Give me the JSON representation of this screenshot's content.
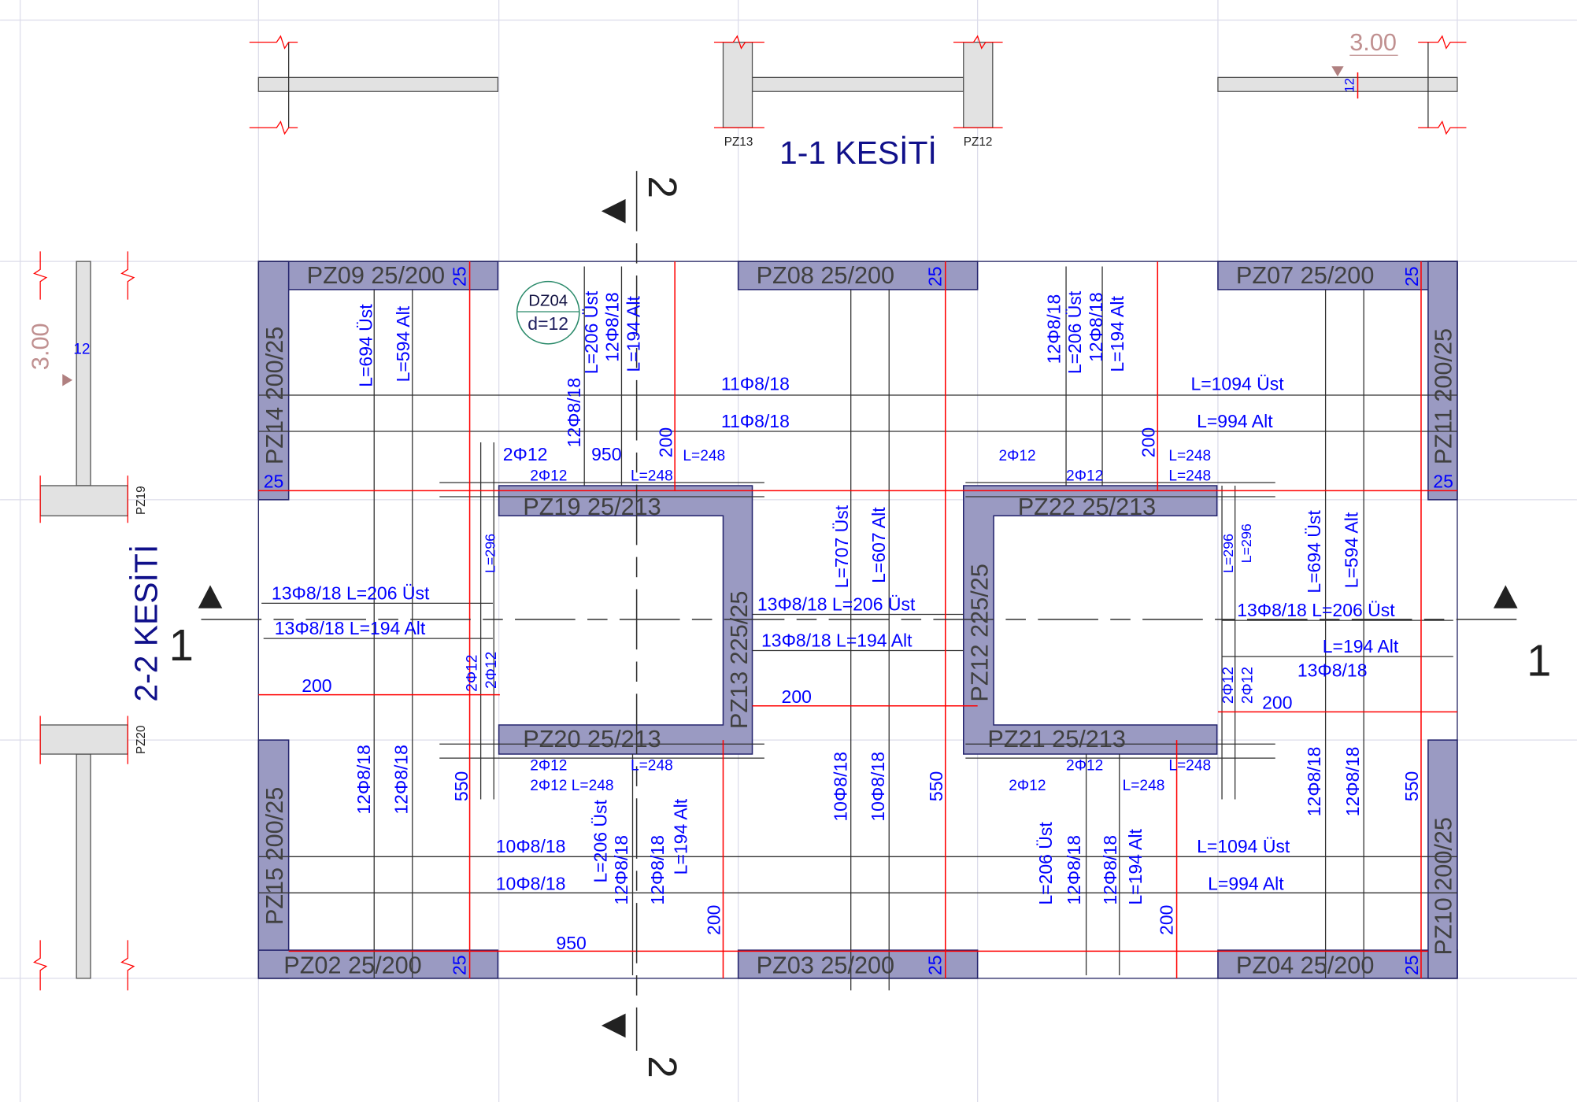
{
  "sections": {
    "s11_title": "1-1 KESİTİ",
    "s22_title": "2-2 KESİTİ",
    "mark_1": "1",
    "mark_2": "2",
    "level_top": "3.00",
    "level_left": "3.00",
    "thickness_top": "12",
    "thickness_left": "12",
    "pz13_small": "PZ13",
    "pz12_small": "PZ12",
    "pz19_small": "PZ19",
    "pz20_small": "PZ20"
  },
  "slab_tag": {
    "name": "DZ04",
    "thickness": "d=12"
  },
  "walls": [
    "PZ09 25/200",
    "PZ08 25/200",
    "PZ07 25/200",
    "PZ14 200/25",
    "PZ11 200/25",
    "PZ19 25/213",
    "PZ22 25/213",
    "PZ13 225/25",
    "PZ12 225/25",
    "PZ20 25/213",
    "PZ21 25/213",
    "PZ15 200/25",
    "PZ10 200/25",
    "PZ02 25/200",
    "PZ03 25/200",
    "PZ04 25/200"
  ],
  "wall_thickness": "25",
  "rebar": [
    "L=694 Üst",
    "L=594 Alt",
    "12Φ8/18",
    "L=206 Üst",
    "12Φ8/18",
    "L=194 Alt",
    "200",
    "12Φ8/18",
    "L=206 Üst",
    "12Φ8/18",
    "L=194 Alt",
    "200",
    "11Φ8/18",
    "11Φ8/18",
    "L=1094 Üst",
    "L=994 Alt",
    "2Φ12",
    "950",
    "2Φ12",
    "L=248",
    "L=248",
    "2Φ12",
    "2Φ12",
    "L=248",
    "L=248",
    "L=296",
    "L=296",
    "L=296",
    "L=707 Üst",
    "L=607 Alt",
    "L=694 Üst",
    "L=594 Alt",
    "13Φ8/18  L=206 Üst",
    "13Φ8/18  L=194 Alt",
    "200",
    "2Φ12",
    "2Φ12",
    "13Φ8/18 L=206 Üst",
    "13Φ8/18  L=194 Alt",
    "200",
    "13Φ8/18 L=206 Üst",
    "L=194 Alt",
    "13Φ8/18",
    "200",
    "2Φ12",
    "2Φ12",
    "2Φ12",
    "L=248",
    "2Φ12 L=248",
    "2Φ12",
    "L=248",
    "2Φ12",
    "L=248",
    "12Φ8/18",
    "12Φ8/18",
    "550",
    "L=206 Üst",
    "12Φ8/18",
    "12Φ8/18",
    "L=194 Alt",
    "200",
    "10Φ8/18",
    "10Φ8/18",
    "550",
    "L=206 Üst",
    "12Φ8/18",
    "12Φ8/18",
    "L=194 Alt",
    "200",
    "12Φ8/18",
    "12Φ8/18",
    "550",
    "10Φ8/18",
    "10Φ8/18",
    "L=1094 Üst",
    "L=994 Alt",
    "950"
  ],
  "colors": {
    "rebar": "#0000ff",
    "wall": "#9a9ac2",
    "title": "#10108a",
    "level": "#c09090",
    "dimension": "#ff0000"
  }
}
